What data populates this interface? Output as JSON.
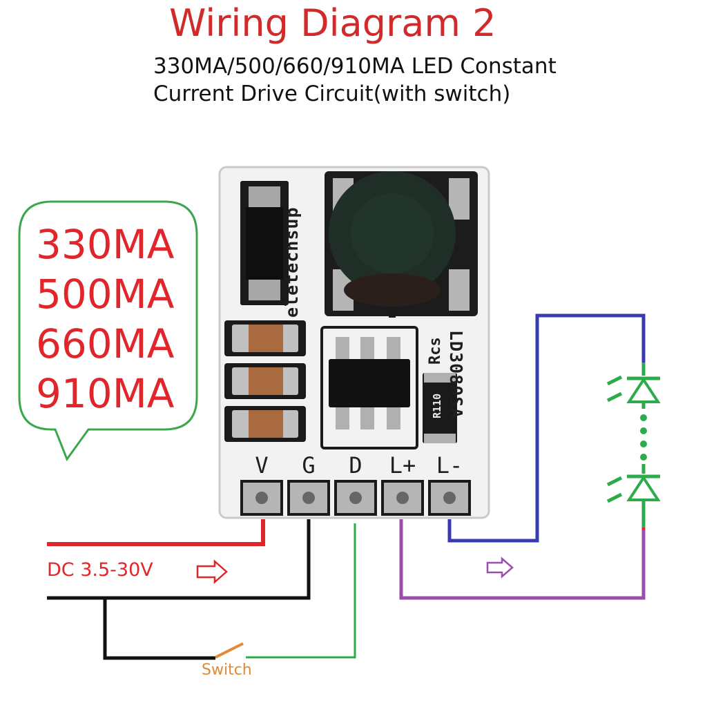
{
  "title": "Wiring Diagram 2",
  "subtitle": {
    "line1": "330MA/500/660/910MA LED Constant",
    "line2": "Current Drive Circuit(with switch)"
  },
  "current_options": [
    "330MA",
    "500MA",
    "660MA",
    "910MA"
  ],
  "board": {
    "brand": "eletechsup",
    "model": "LD3080SA",
    "rcs_label": "Rcs",
    "resistor_marking": "R110",
    "pins": [
      "V",
      "G",
      "D",
      "L+",
      "L-"
    ]
  },
  "supply_label": "DC 3.5-30V",
  "switch_label": "Switch",
  "colors": {
    "title": "#d12a2a",
    "positive_wire": "#e0262a",
    "ground_wire": "#111111",
    "dim_wire": "#2bab4a",
    "led_positive_wire": "#9b4dab",
    "led_negative_wire": "#3a3ab0",
    "led_symbol": "#2bab4a",
    "switch": "#e08a35",
    "bubble_border": "#3aa84a"
  },
  "icons": [
    "arrow-right-icon",
    "led-diode-icon",
    "switch-icon",
    "speech-bubble-icon"
  ]
}
